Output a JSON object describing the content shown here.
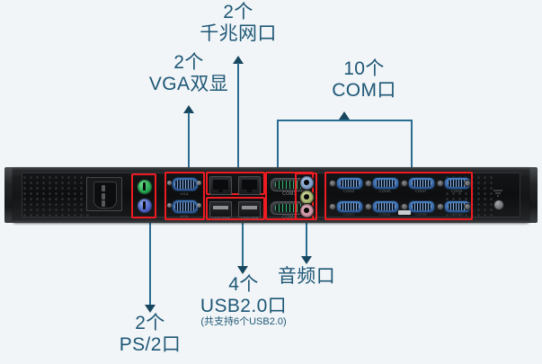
{
  "image": {
    "subject": "rear-panel-io-of-1u-rackmount-industrial-computer",
    "background_color": "#f2f5f7",
    "annotation_color": "#1d5776",
    "line_color": "#2a6c92",
    "callout_dot_color": "#ee1c22",
    "highlight_box_color": "#ee1c22"
  },
  "annotations": [
    {
      "id": "gigabit-lan",
      "count": "2个",
      "label": "千兆网口",
      "arrow": "up",
      "target": "lan-usb-combo-block"
    },
    {
      "id": "vga",
      "count": "2个",
      "label": "VGA双显",
      "arrow": "up",
      "target": "vga-dual-block"
    },
    {
      "id": "com",
      "count": "10个",
      "label": "COM口",
      "arrow": "up",
      "target": "com-port-bracket"
    },
    {
      "id": "usb",
      "count": "4个",
      "label": "USB2.0口",
      "sub": "(共支持6个USB2.0)",
      "arrow": "down",
      "target": "usb-block"
    },
    {
      "id": "audio",
      "count": "",
      "label": "音频口",
      "arrow": "down",
      "target": "audio-jack-block"
    },
    {
      "id": "ps2",
      "count": "2个",
      "label": "PS/2口",
      "arrow": "down",
      "target": "ps2-block"
    }
  ],
  "ports": {
    "ps2": [
      {
        "name": "mouse",
        "color": "#23a34e"
      },
      {
        "name": "keyboard",
        "color": "#4a5fc4"
      }
    ],
    "vga": [
      {
        "label": "VGA"
      },
      {
        "label": "VGA"
      }
    ],
    "lan_usb": [
      {
        "label": "LAN USB"
      },
      {
        "label": "LAN USB"
      }
    ],
    "com_middle": [
      {
        "label": "COM3"
      },
      {
        "label": "COM4"
      }
    ],
    "audio": [
      {
        "name": "line-in",
        "color": "#7d9dc8"
      },
      {
        "name": "line-out",
        "color": "#a5b46e"
      },
      {
        "name": "mic-in",
        "color": "#c98f9f"
      }
    ],
    "com_bank_top": [
      "COM2",
      "COM5",
      "COM7",
      "COM9"
    ],
    "com_bank_bottom": [
      "COM1",
      "COM6",
      "COM8",
      "COM10"
    ]
  }
}
